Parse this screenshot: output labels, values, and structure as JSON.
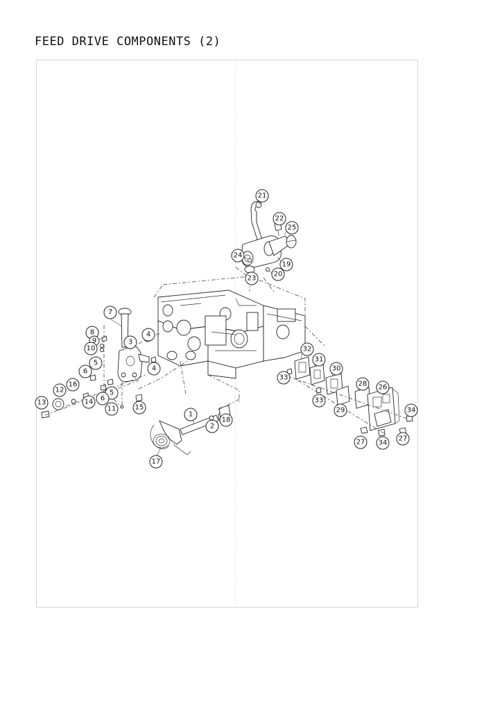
{
  "page": {
    "title": "FEED DRIVE COMPONENTS (2)"
  },
  "diagram": {
    "callouts": [
      "1",
      "2",
      "3",
      "4",
      "4",
      "5",
      "5",
      "6",
      "6",
      "7",
      "8",
      "9",
      "10",
      "11",
      "12",
      "13",
      "14",
      "15",
      "16",
      "17",
      "18",
      "19",
      "20",
      "21",
      "22",
      "23",
      "24",
      "25",
      "26",
      "27",
      "27",
      "28",
      "29",
      "30",
      "31",
      "32",
      "33",
      "33",
      "34",
      "34"
    ]
  }
}
